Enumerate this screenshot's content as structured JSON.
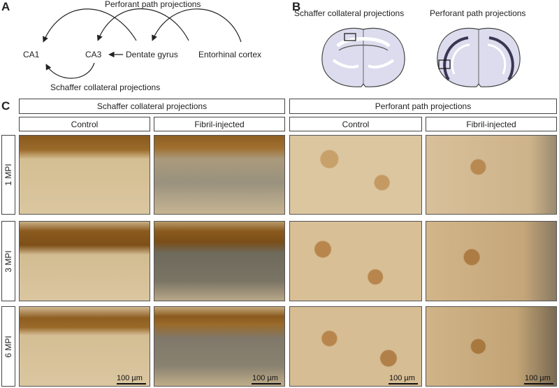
{
  "panel_a": {
    "letter": "A",
    "title": "Perforant path projections",
    "nodes": [
      "CA1",
      "CA3",
      "Dentate gyrus",
      "Entorhinal cortex"
    ],
    "bottom_label": "Schaffer collateral projections"
  },
  "panel_b": {
    "letter": "B",
    "left_title": "Schaffer collateral projections",
    "right_title": "Perforant path projections"
  },
  "panel_c": {
    "letter": "C",
    "groups": [
      "Schaffer collateral projections",
      "Perforant path projections"
    ],
    "columns": [
      "Control",
      "Fibril-injected",
      "Control",
      "Fibril-injected"
    ],
    "rows": [
      "1 MPI",
      "3 MPI",
      "6 MPI"
    ],
    "scale_bar": "100 µm"
  },
  "colors": {
    "tissue_light": "#d8c29a",
    "stain_brown": "#8a5a1e",
    "pathology_dark": "#6e6a5c",
    "brain_fill": "#dcdcee",
    "brain_outline": "#444444"
  }
}
